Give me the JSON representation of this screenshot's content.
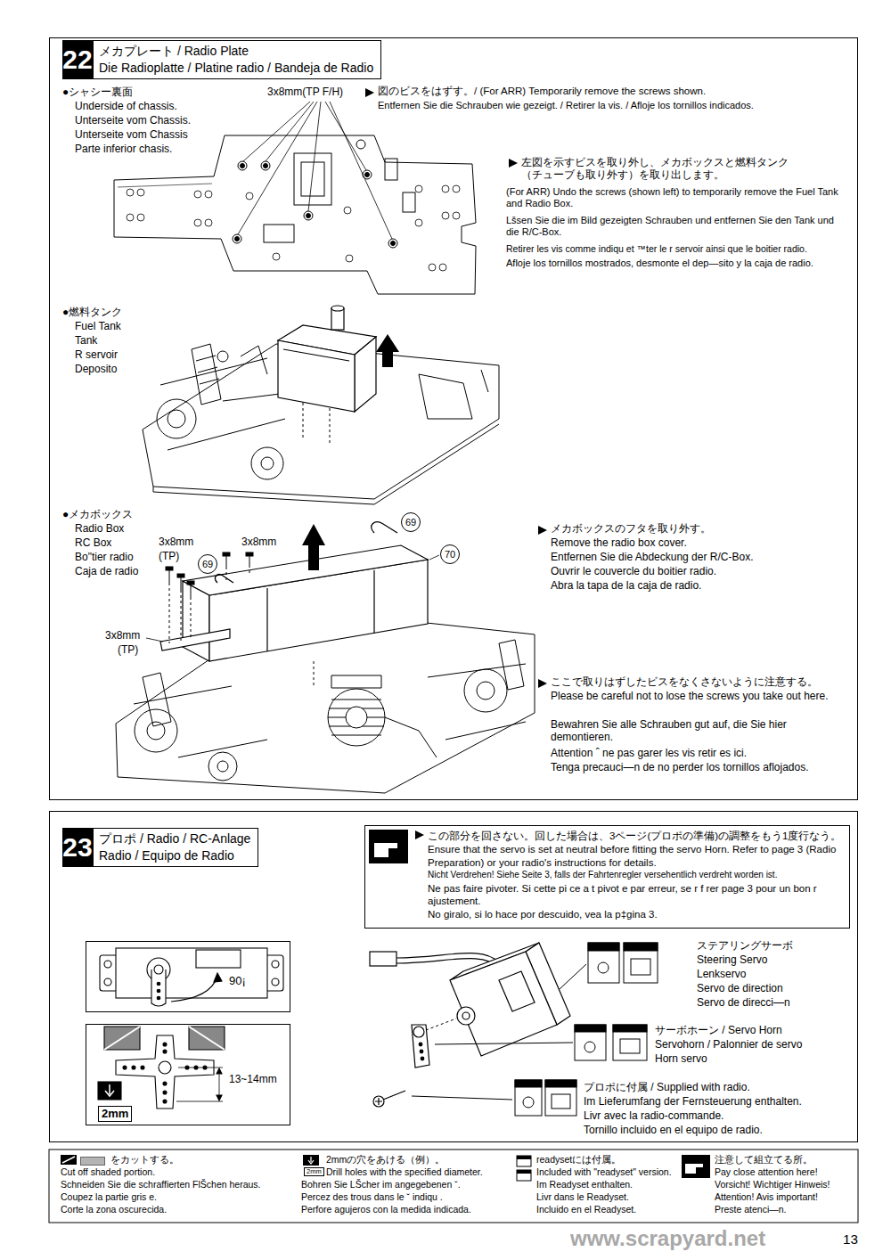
{
  "diagram": {
    "nodes": [
      {
        "text": [
          "22",
          "メカプレート / Radio Plate",
          "Die Radioplatte / Platine radio / Bandeja de Radio"
        ]
      },
      {
        "text": [
          "23",
          "プロポ / Radio / RC-Anlage",
          "Radio / Equipo de Radio"
        ]
      },
      {
        "text": [
          "この部分を回さない。回した場合は、3ページ(プロポの準備)の調整をもう1度行なう。",
          "Ensure that the servo is set at neutral before fitting the servo Horn. Refer to page 3 (Radio Preparation) or your radio's instructions for details.",
          "Nicht Verdrehen! Siehe Seite 3, falls der Fahrtenregler versehentlich verdreht worden ist.",
          "Ne pas faire pivoter. Si cette pi ce a t pivot e par erreur, se r f rer page 3 pour un bon r ajustement.",
          "No giralo, si lo hace por descuido, vea la p‡gina 3."
        ],
        "in": 1
      },
      {
        "text": [
          "90¡"
        ],
        "in": 1
      },
      {
        "text": [
          "13~14mm",
          "2mm"
        ],
        "in": 1
      }
    ],
    "labels": [
      "3x8mm(TP F/H)",
      "図のビスをはずす。/ (For ARR) Temporarily remove the screws shown.",
      "Entfernen Sie die Schrauben wie gezeigt. / Retirer la vis. / Afloje los tornillos indicados.",
      "●シャシー裏面",
      "Underside of chassis.",
      "Unterseite vom Chassis.",
      "Unterseite vom Chassis",
      "Parte inferior chasis.",
      "左図を示すビスを取り外し、メカボックスと燃料タンク（チューブも取り外す）を取り出します。",
      "(For ARR) Undo the screws (shown left) to temporarily remove the Fuel Tank and Radio Box.",
      "Lšsen Sie die im Bild gezeigten Schrauben und entfernen Sie den Tank und die R/C-Box.",
      "Retirer les vis comme indiqu et ™ter le r servoir ainsi que le boitier radio.",
      "Afloje los tornillos mostrados, desmonte el dep—sito y la caja de radio.",
      "●燃料タンク",
      "Fuel Tank",
      "Tank",
      "R servoir",
      "Deposito",
      "●メカボックス",
      "Radio Box",
      "RC Box",
      "Bo\"tier radio",
      "Caja de radio",
      "3x8mm",
      "(TP)",
      "3x8mm",
      "69",
      "69",
      "70",
      "3x8mm",
      "(TP)",
      "メカボックスのフタを取り外す。",
      "Remove the radio box cover.",
      "Entfernen Sie die Abdeckung der R/C-Box.",
      "Ouvrir le couvercle du boitier radio.",
      "Abra la tapa de la caja de radio.",
      "ここで取りはずしたビスをなくさないように注意する。",
      "Please be careful not to lose the screws you take out here.",
      "Bewahren Sie alle Schrauben gut auf, die Sie hier demontieren.",
      "Attention ˆ ne pas garer les vis retir es ici.",
      "Tenga precauci—n de no perder los tornillos aflojados.",
      "ステアリングサーボ",
      "Steering Servo",
      "Lenkservo",
      "Servo de direction",
      "Servo de direcci—n",
      "サーボホーン / Servo Horn",
      "Servohorn / Palonnier de servo",
      "Horn servo",
      "プロポに付属 / Supplied with radio.",
      "Im Lieferumfang der Fernsteuerung enthalten.",
      "Livr avec la radio-commande.",
      "Tornillo incluido en el equipo de radio.",
      "Cut off shaded portion.",
      "Schneiden Sie die schraffierten FlŠchen heraus.",
      "Coupez la partie gris e.",
      "Corte la zona oscurecida.",
      "2mm",
      "Drill holes with the specified diameter.",
      "Bohren Sie LŠcher im angegebenen ˘.",
      "Percez des trous dans le ˘ indiqu .",
      "Perfore agujeros con la medida indicada.",
      "Included with \"readyset\" version.",
      "Im Readyset enthalten.",
      "Livr dans le Readyset.",
      "Incluido en el Readyset.",
      "Pay close attention here!",
      "Vorsicht! Wichtiger Hinweis!",
      "Attention! Avis important!",
      "Preste atenci—n.",
      "www.scrapyard.net",
      "13"
    ],
    "legend": [
      {
        "text": "をカットする。",
        "color": "#b4b4b4"
      },
      {
        "text": "2mmの穴をあける（例）。"
      },
      {
        "text": "readysetには付属。"
      },
      {
        "text": "注意して組立てる所。"
      }
    ]
  }
}
